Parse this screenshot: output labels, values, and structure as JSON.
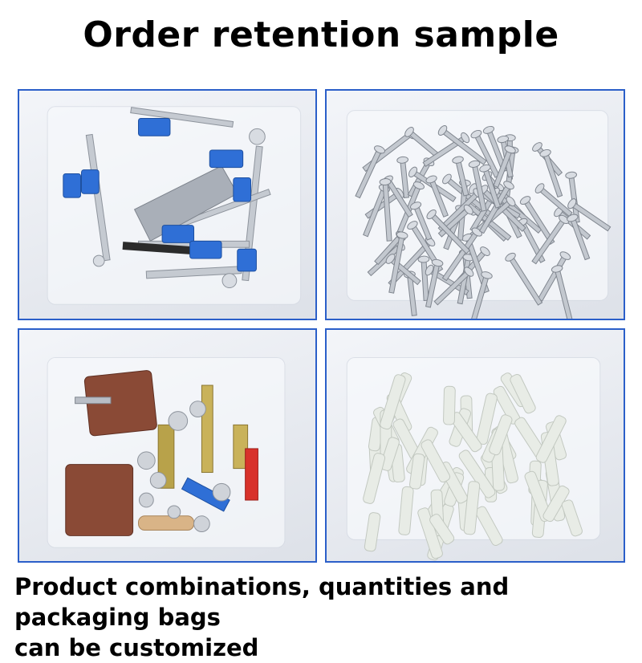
{
  "title": "Order retention sample",
  "caption": {
    "line1": "Product combinations, quantities and packaging bags",
    "line2": "can be customized"
  },
  "panels": [
    {
      "id": "sample-1",
      "content": "mixed-hardware-blue-cam-screws-icon"
    },
    {
      "id": "sample-2",
      "content": "steel-machine-screws-icon"
    },
    {
      "id": "sample-3",
      "content": "mixed-fittings-brown-hinges-icon"
    },
    {
      "id": "sample-4",
      "content": "white-plastic-anchors-icon"
    }
  ],
  "colors": {
    "border": "#2b5fc9",
    "steel": "#b9bec6",
    "blue": "#2f6fd6",
    "brown": "#8a4a36",
    "nylon": "#e8ece6"
  }
}
